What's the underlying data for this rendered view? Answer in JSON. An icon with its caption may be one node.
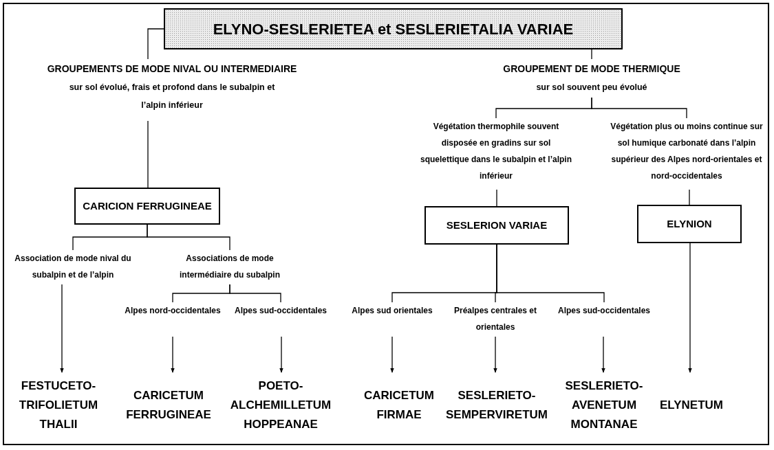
{
  "diagram": {
    "nodes": [
      {
        "text": [
          "ELYNO-SESLERIETEA et SESLERIETALIA VARIAE"
        ]
      },
      {
        "text": [
          "GROUPEMENTS DE MODE NIVAL OU INTERMEDIAIRE",
          "sur sol évolué, frais et profond dans le subalpin et l’alpin inférieur"
        ]
      },
      {
        "text": [
          "GROUPEMENT DE MODE THERMIQUE",
          "sur sol souvent peu évolué"
        ]
      },
      {
        "text": [
          "CARICION FERRUGINEAE"
        ]
      },
      {
        "text": [
          "Végétation thermophile souvent disposée en gradins sur sol squelettique dans le subalpin et l’alpin inférieur"
        ]
      },
      {
        "text": [
          "Végétation plus ou moins continue sur sol humique carbonaté dans l’alpin supérieur des Alpes nord-orientales et nord-occidentales"
        ]
      },
      {
        "text": [
          "SESLERION VARIAE"
        ]
      },
      {
        "text": [
          "ELYNION"
        ]
      },
      {
        "text": [
          "Association de mode nival du subalpin et de l’alpin"
        ]
      },
      {
        "text": [
          "Associations de mode intermédiaire du subalpin"
        ]
      },
      {
        "text": [
          "Alpes nord-occidentales"
        ]
      },
      {
        "text": [
          "Alpes sud-occidentales"
        ]
      },
      {
        "text": [
          "Alpes sud orientales"
        ]
      },
      {
        "text": [
          "Préalpes centrales et orientales"
        ]
      },
      {
        "text": [
          "Alpes sud-occidentales"
        ]
      },
      {
        "text": [
          "FESTUCETO- TRIFOLIETUM THALII"
        ]
      },
      {
        "text": [
          "CARICETUM FERRUGINEAE"
        ]
      },
      {
        "text": [
          "POETO- ALCHEMILLETUM HOPPEANAE"
        ]
      },
      {
        "text": [
          "CARICETUM FIRMAE"
        ]
      },
      {
        "text": [
          "SESLERIETO- SEMPERVIRETUM"
        ]
      },
      {
        "text": [
          "SESLERIETO- AVENETUM MONTANAE"
        ]
      },
      {
        "text": [
          "ELYNETUM"
        ]
      }
    ],
    "edges": [
      {
        "from": 0,
        "to": 1,
        "arrow": "none"
      },
      {
        "from": 0,
        "to": 2,
        "arrow": "none"
      },
      {
        "from": 1,
        "to": 3,
        "arrow": "none"
      },
      {
        "from": 2,
        "to": 4,
        "arrow": "none"
      },
      {
        "from": 2,
        "to": 5,
        "arrow": "none"
      },
      {
        "from": 4,
        "to": 6,
        "arrow": "none"
      },
      {
        "from": 5,
        "to": 7,
        "arrow": "none"
      },
      {
        "from": 3,
        "to": 8,
        "arrow": "none"
      },
      {
        "from": 3,
        "to": 9,
        "arrow": "none"
      },
      {
        "from": 9,
        "to": 10,
        "arrow": "none"
      },
      {
        "from": 9,
        "to": 11,
        "arrow": "none"
      },
      {
        "from": 6,
        "to": 12,
        "arrow": "none"
      },
      {
        "from": 6,
        "to": 13,
        "arrow": "none"
      },
      {
        "from": 6,
        "to": 14,
        "arrow": "none"
      },
      {
        "from": 8,
        "to": 15,
        "arrow": "to"
      },
      {
        "from": 10,
        "to": 16,
        "arrow": "to"
      },
      {
        "from": 11,
        "to": 17,
        "arrow": "to"
      },
      {
        "from": 12,
        "to": 18,
        "arrow": "to"
      },
      {
        "from": 13,
        "to": 19,
        "arrow": "to"
      },
      {
        "from": 14,
        "to": 20,
        "arrow": "to"
      },
      {
        "from": 7,
        "to": 21,
        "arrow": "to"
      }
    ]
  }
}
